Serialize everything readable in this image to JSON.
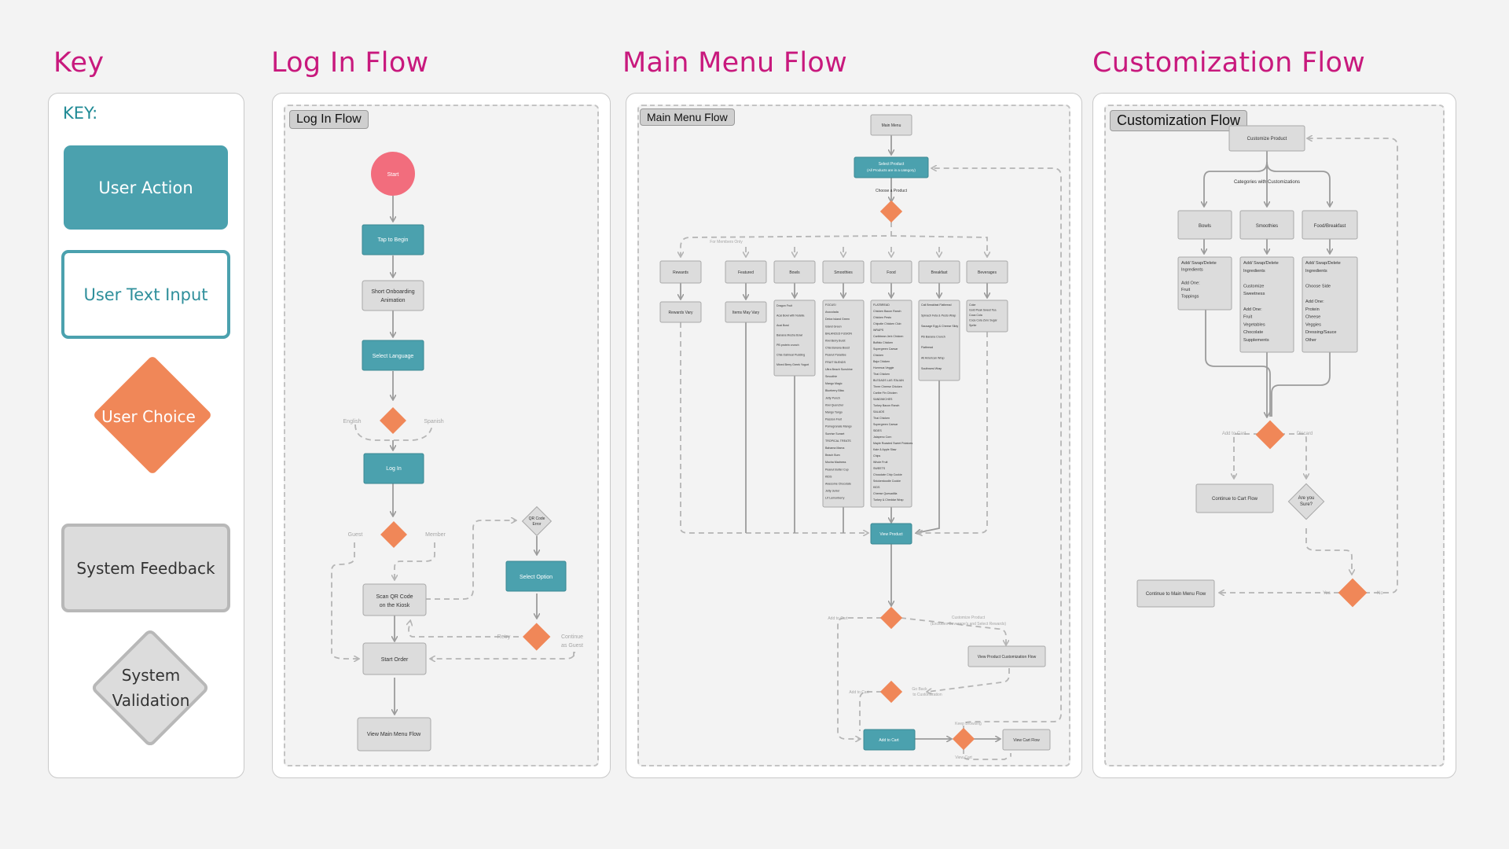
{
  "titles": {
    "key": "Key",
    "login": "Log In Flow",
    "main": "Main Menu Flow",
    "custom": "Customization Flow"
  },
  "key": {
    "label": "KEY:",
    "user_action": "User Action",
    "user_text_input": "User Text Input",
    "user_choice": "User Choice",
    "system_feedback": "System Feedback",
    "system_validation_1": "System",
    "system_validation_2": "Validation"
  },
  "login": {
    "tag": "Log In Flow",
    "start": "Start",
    "tap_to_begin": "Tap to Begin",
    "onboarding_1": "Short Onboarding",
    "onboarding_2": "Animation",
    "select_language": "Select Language",
    "english": "English",
    "spanish": "Spanish",
    "log_in": "Log In",
    "guest": "Guest",
    "member": "Member",
    "qr_error_1": "QR Code",
    "qr_error_2": "Error",
    "select_option": "Select Option",
    "scan_qr_1": "Scan QR Code",
    "scan_qr_2": "on the Kiosk",
    "retry": "Retry",
    "continue_guest_1": "Continue",
    "continue_guest_2": "as Guest",
    "start_order": "Start Order",
    "view_main_menu": "View Main Menu Flow"
  },
  "main": {
    "tag": "Main Menu Flow",
    "main_menu": "Main Menu",
    "select_product_1": "Select Product",
    "select_product_2": "(All Products are in a category)",
    "choose_product": "Choose a Product",
    "members_only": "For Members Only",
    "categories": [
      "Rewards",
      "Featured",
      "Bowls",
      "Smoothies",
      "Food",
      "Breakfast",
      "Beverages"
    ],
    "rewards_item": "Rewards Vary",
    "featured_item": "Items May Vary",
    "bowls_items": [
      "Dragon Fruit",
      "Acai Bowl with Nutella",
      "Acai Bowl",
      "Banana Mocha Bowl",
      "PB protein crunch",
      "Chia Oatmeal Pudding",
      "Mixed Berry Greek Yogurt"
    ],
    "smoothie_items": [
      "FOCUS!",
      "Avocolada",
      "Detox Island Green",
      "Island Green",
      "BALANCED FUSION",
      "Kiwi Berry Burst",
      "Chia Banana Boost",
      "Peanut Paradise",
      "FRUIT BLENDS",
      "Ultra Beach Sunshine",
      "Smoothie",
      "Mango Magic",
      "Blueberry Bliss",
      "Jetty Punch",
      "Kiwi Quencher",
      "Mango Tango",
      "Passion Fruit",
      "Pomegranate Mango",
      "Sunrise Sunset",
      "TROPICAL TREATS",
      "Bahama Mama",
      "Beach Bum",
      "Mocha Madness",
      "Peanut Butter Cup",
      "KIDS",
      "Awesome Chocolate",
      "Jetty Junior",
      "Lil' Lemonberry"
    ],
    "food_items": [
      "FLATBREAD",
      "Chicken Bacon Ranch",
      "Chicken Pesto",
      "Chipotle Chicken Club",
      "WRAPS",
      "Caribbean Jerk Chicken",
      "Buffalo Chicken",
      "Supergreen Caesar",
      "Chicken",
      "Baja Chicken",
      "Hummus Veggie",
      "Thai Chicken",
      "BLEDADS LAS ITALIAN",
      "Three Cheese Chicken",
      "Caribe Fin Chicken",
      "SANDWICHES",
      "Turkey Bacon Ranch",
      "SALADS",
      "Thai Chicken",
      "Supergreen Caesar",
      "SIDES",
      "Jalapeno Corn",
      "Maple Roasted Sweet Potatoes",
      "Kale & Apple Slaw",
      "Chips",
      "Whole Fruit",
      "SWEETS",
      "Chocolate Chip Cookie",
      "Snickerdoodle Cookie",
      "KIDS",
      "Cheese Quesadilla",
      "Turkey & Cheddar Wrap"
    ],
    "breakfast_items": [
      "Cali Breakfast Flatbread",
      "Spinach Feta & Pesto Wrap",
      "Sausage Egg & Cheese Slidy",
      "PB Banana Crunch",
      "Flatbread",
      "All American Wrap",
      "Southwest Wrap"
    ],
    "beverage_items": [
      "Coke",
      "Gold Peak Sweet Tea",
      "Coca Cola",
      "Coca Cola Zero Sugar",
      "Sprite"
    ],
    "view_product": "View Product",
    "add_to_cart": "Add to Cart",
    "customize_product_1": "Customize Product",
    "customize_product_2": "(Excludes Beverage's and Select Rewards)",
    "view_customization_flow": "View Product Customization Flow",
    "add_to_cart_label": "Add to Cart",
    "go_back_1": "Go Back",
    "go_back_2": "to Customization",
    "add_to_cart_btn": "Add to Cart",
    "keep_browsing": "Keep Browsing",
    "view_cart": "View Cart",
    "view_cart_flow": "View Cart Flow"
  },
  "custom": {
    "tag": "Customization Flow",
    "customize_product": "Customize Product",
    "categories_label": "Categories with Customizations",
    "bowls": "Bowls",
    "smoothies": "Smoothies",
    "food_breakfast": "Food/Breakfast",
    "bowls_opts": [
      "Add/ Swap/Delete",
      "Ingredients",
      "",
      "Add One:",
      "Fruit",
      "Toppings"
    ],
    "smoothies_opts": [
      "Add/ Swap/Delete",
      "Ingredients",
      "",
      "Customize",
      "Sweetness",
      "",
      "Add One:",
      "Fruit",
      "Vegetables",
      "Chocolate",
      "Supplements"
    ],
    "food_opts": [
      "Add/ Swap/Delete",
      "Ingredients",
      "",
      "Choose Side",
      "",
      "Add One:",
      "Protein",
      "Cheese",
      "Veggies",
      "Dressing/Sauce",
      "Other"
    ],
    "add_to_cart": "Add to Cart",
    "discard": "Discard",
    "continue_cart": "Continue to Cart Flow",
    "are_you_1": "Are you",
    "are_you_2": "Sure?",
    "continue_main": "Continue to Main Menu Flow",
    "yes": "Yes",
    "no": "No"
  },
  "colors": {
    "title": "#c8197d",
    "user_action": "#4ba1ae",
    "user_choice": "#f08758",
    "system": "#dcdcdc",
    "start": "#f26d7d"
  }
}
